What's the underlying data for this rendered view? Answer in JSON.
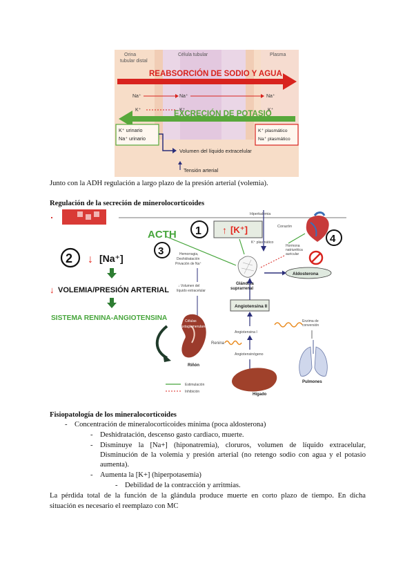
{
  "figure1": {
    "col_orina": "Orina\ntubular distal",
    "col_orina_l1": "Orina",
    "col_orina_l2": "tubular distal",
    "col_celula": "Célula tubular",
    "col_plasma": "Plasma",
    "banner_top": "REABSORCIÓN DE SODIO Y AGUA",
    "banner_bottom": "EXCRECIÓN DE POTASIO",
    "ion_na": "Na⁺",
    "ion_k": "K⁺",
    "k_urinario": "K⁺ urinario",
    "na_urinario": "Na⁺ urinario",
    "k_plasmatico": "K⁺ plasmático",
    "na_plasmatico": "Na⁺ plasmático",
    "volumen": "Volumen del líquido extracelular",
    "tension": "Tensión arterial"
  },
  "text": {
    "p1": "Junto con la ADH regulación a largo plazo de la presión arterial (volemia).",
    "h1": "Regulación de la secreción de minerolocorticoides",
    "h2": "Fisiopatología de los mineralocorticoides",
    "l1": "Concentración de mineralocorticoides mínima (poca aldosterona)",
    "l1a": "Deshidratación, descenso gasto cardiaco, muerte.",
    "l1b_line1": "Disminuye la [Na+] (hiponatremia), cloruros, volumen de líquido extracelular,",
    "l1b_line2": "Disminución de la volemia y presión arterial (no retengo sodio con agua y el potasio",
    "l1b_line3": "aumenta).",
    "l1c": "Aumenta la [K+] (hiperpotasemia)",
    "l1c_i": "Debilidad de la contracción y arritmias.",
    "p2_line1": "La pérdida total de la función de la glándula produce muerte en corto plazo de tiempo. En dicha",
    "p2_line2": "situación es necesario el reemplazo con MC"
  },
  "figure2": {
    "acth": "ACTH",
    "n1": "1",
    "n2": "2",
    "n3": "3",
    "n4": "4",
    "k_box": "[K⁺]",
    "na_label": "[Na⁺]",
    "volemia": "VOLEMIA/PRESIÓN ARTERIAL",
    "sra": "SISTEMA RENINA-ANGIOTENSINA",
    "aldosterona": "Aldosterona",
    "glandula_l1": "Glándula",
    "glandula_l2": "suprarrenal",
    "angiotensina_ii": "Angiotensina II",
    "angiotensina_i": "Angiotensina I",
    "angiotensinogeno": "Angiotensinógeno",
    "renina": "Renina",
    "rinon": "Riñón",
    "higado": "Hígado",
    "pulmones": "Pulmones",
    "corazon": "Corazón",
    "hemorragia_l1": "Hemorragia,",
    "hemorragia_l2": "Deshidratación",
    "hemorragia_l3": "Privación de Na⁺",
    "vol_l1": "↓ Volumen del",
    "vol_l2": "líquido extracelular",
    "celulas_l1": "Células",
    "celulas_l2": "yuxtaglomerulares",
    "hormona_l1": "Hormona",
    "hormona_l2": "natriurética",
    "hormona_l3": "auricular",
    "enzima_l1": "Enzima de",
    "enzima_l2": "conversión",
    "k_plasmatico": "K⁺ plasmático",
    "hiperkalemia": "Hiperkalemia",
    "leg_estimulacion": "Estimulación",
    "leg_inhibicion": "Inhibición",
    "arrow_up": "↑",
    "arrow_down": "↓"
  },
  "colors": {
    "red": "#e2231a",
    "green": "#46a53b",
    "navy": "#2b2f7a",
    "orange": "#e98a1e"
  }
}
